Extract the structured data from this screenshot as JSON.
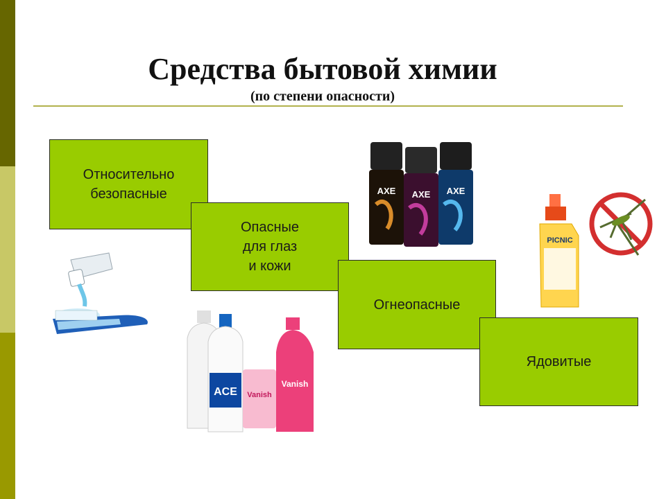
{
  "slide": {
    "title": "Средства бытовой химии",
    "subtitle": "(по степени опасности)"
  },
  "categories": [
    {
      "label": "Относительно\nбезопасные"
    },
    {
      "label": "Опасные\nдля глаз\nи кожи"
    },
    {
      "label": "Огнеопасные"
    },
    {
      "label": "Ядовитые"
    }
  ],
  "product_labels": {
    "deodorant_brand": "AXE",
    "bleach_1_brand": "ACE",
    "bleach_2_brand": "Vanish",
    "bleach_3_brand": "Vanish",
    "repellent_brand": "PICNIC"
  },
  "colors": {
    "box_fill": "#99cc00",
    "stripe_dark": "#666600",
    "stripe_light": "#c8c866",
    "stripe_mid": "#999900"
  }
}
